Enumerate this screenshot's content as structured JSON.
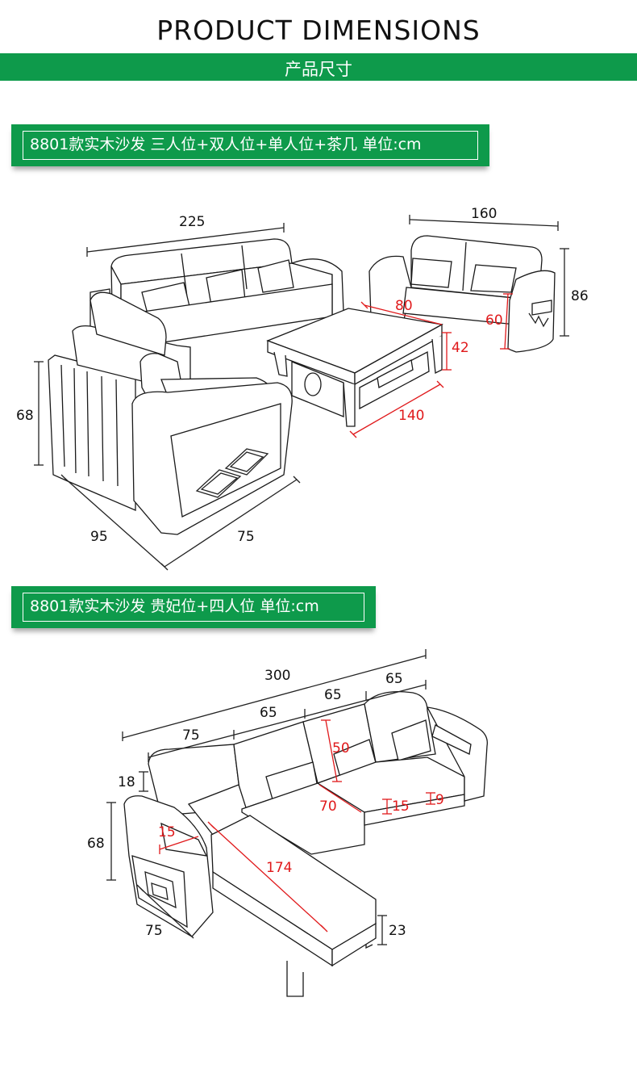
{
  "header": {
    "title": "PRODUCT DIMENSIONS",
    "subtitle": "产品尺寸"
  },
  "section1": {
    "banner": "8801款实木沙发 三人位+双人位+单人位+茶几 单位:cm",
    "dims": {
      "three_seat_width": "225",
      "two_seat_width": "160",
      "two_seat_height": "86",
      "single_height": "68",
      "single_depth": "95",
      "single_width": "75",
      "table_width": "80",
      "table_height": "42",
      "table_length": "140",
      "seat_depth": "60"
    }
  },
  "section2": {
    "banner": "8801款实木沙发 贵妃位+四人位 单位:cm",
    "dims": {
      "total_length": "300",
      "seg_75": "75",
      "seg_65a": "65",
      "seg_65b": "65",
      "seg_65c": "65",
      "back_cushion": "18",
      "arm_height": "68",
      "chaise_width": "75",
      "leg_height": "23",
      "back_height": "50",
      "seat_depth": "70",
      "seat_thickness": "15",
      "seat_gap": "9",
      "arm_width": "15",
      "chaise_length": "174"
    }
  }
}
